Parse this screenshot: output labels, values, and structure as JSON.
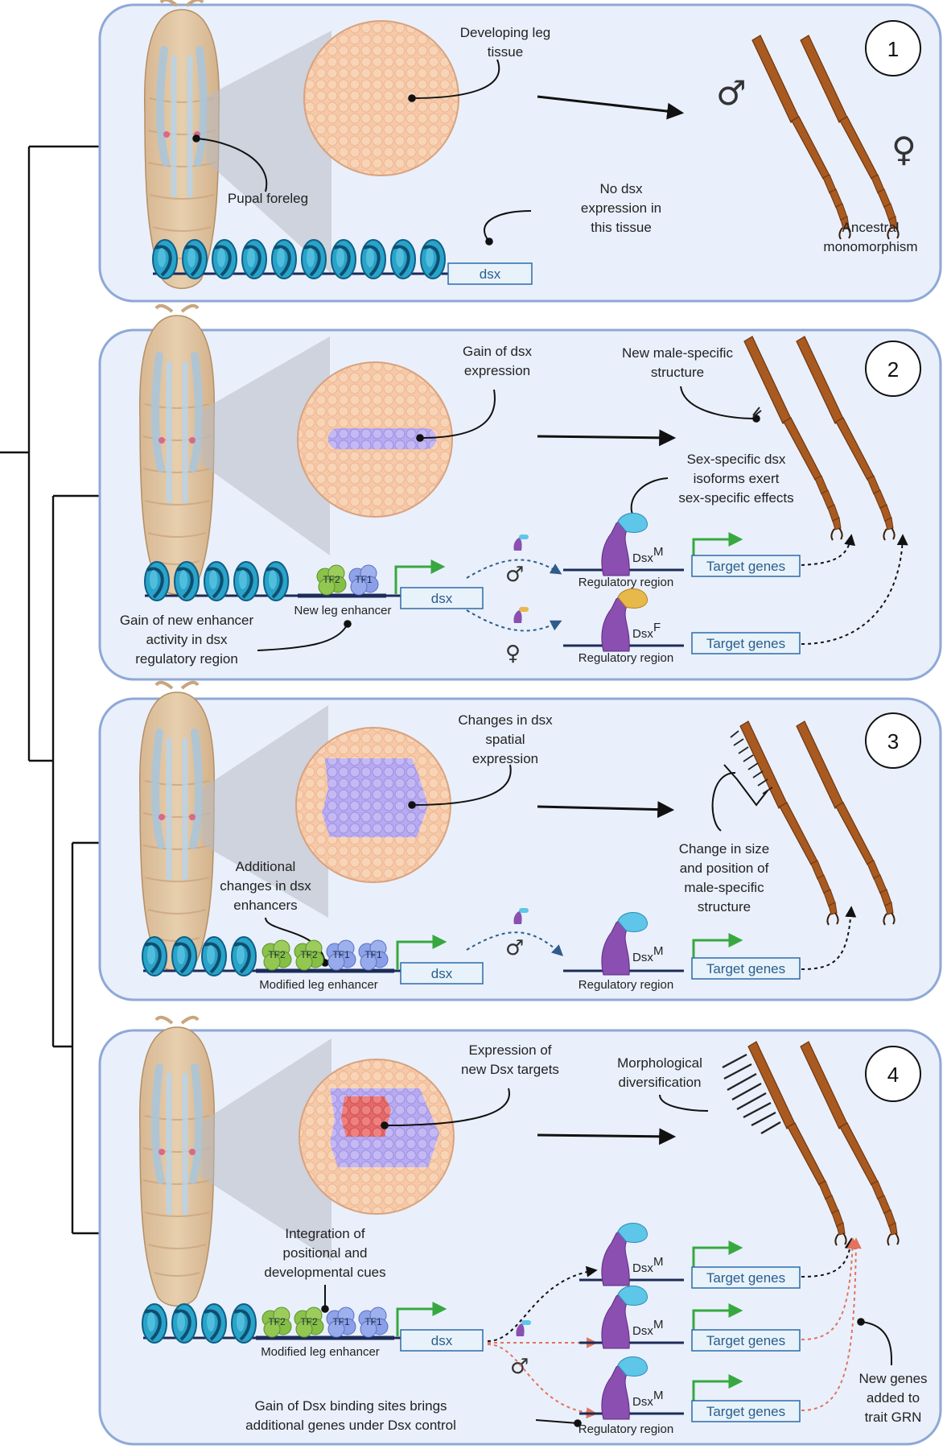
{
  "colors": {
    "panel_fill": "#e9f0fb",
    "panel_stroke": "#8fa8d6",
    "tissue": "#f6c9a8",
    "dsx_cells": "#b3a9ef",
    "target_cells": "#e86f6f",
    "leg": "#a85a20",
    "enhancer_green": "#8bc34a",
    "tf1_blue": "#8fa3ea",
    "dsx_protein": "#8a4fb0",
    "male_isoform": "#5ec6e8",
    "female_isoform": "#e8b84a",
    "arrow_green": "#37a83f",
    "arrow_red": "#e2735e",
    "arrow_blue": "#2e5c8a"
  },
  "icons": [
    "male-symbol-icon",
    "female-symbol-icon",
    "pupa-icon",
    "chromatin-icon",
    "leg-icon",
    "arrow-icon"
  ],
  "panel1": {
    "number": "1",
    "tissue_label": [
      "Developing leg",
      "tissue"
    ],
    "pupa_label": "Pupal foreleg",
    "no_expr_label": [
      "No dsx",
      "expression in",
      "this tissue"
    ],
    "gene": "dsx",
    "outcome": [
      "Ancestral",
      "monomorphism"
    ]
  },
  "panel2": {
    "number": "2",
    "tissue_label": [
      "Gain of dsx",
      "expression"
    ],
    "structure_label": [
      "New male-specific",
      "structure"
    ],
    "isoform_label": [
      "Sex-specific dsx",
      "isoforms exert",
      "sex-specific effects"
    ],
    "enhancer_label": "New leg enhancer",
    "gain_label": [
      "Gain of new enhancer",
      "activity in dsx",
      "regulatory region"
    ],
    "gene": "dsx",
    "tf2": "TF2",
    "tf1": "TF1",
    "dsx_m": "Dsx",
    "dsx_m_sup": "M",
    "dsx_f": "Dsx",
    "dsx_f_sup": "F",
    "reg_region": "Regulatory region",
    "target": "Target genes"
  },
  "panel3": {
    "number": "3",
    "tissue_label": [
      "Changes in dsx",
      "spatial",
      "expression"
    ],
    "structure_label": [
      "Change in size",
      "and position of",
      "male-specific",
      "structure"
    ],
    "additional_label": [
      "Additional",
      "changes in dsx",
      "enhancers"
    ],
    "enhancer_label": "Modified leg enhancer",
    "gene": "dsx",
    "tf2": "TF2",
    "tf1": "TF1",
    "dsx_m": "Dsx",
    "dsx_m_sup": "M",
    "reg_region": "Regulatory region",
    "target": "Target genes"
  },
  "panel4": {
    "number": "4",
    "tissue_label": [
      "Expression of",
      "new Dsx targets"
    ],
    "structure_label": [
      "Morphological",
      "diversification"
    ],
    "integration_label": [
      "Integration of",
      "positional and",
      "developmental cues"
    ],
    "enhancer_label": "Modified leg enhancer",
    "gain_sites_label": [
      "Gain of Dsx binding sites brings",
      "additional genes under Dsx control"
    ],
    "new_genes_label": [
      "New genes",
      "added to",
      "trait GRN"
    ],
    "gene": "dsx",
    "tf2": "TF2",
    "tf1": "TF1",
    "dsx_m": "Dsx",
    "dsx_m_sup": "M",
    "reg_region": "Regulatory region",
    "target": "Target genes"
  }
}
